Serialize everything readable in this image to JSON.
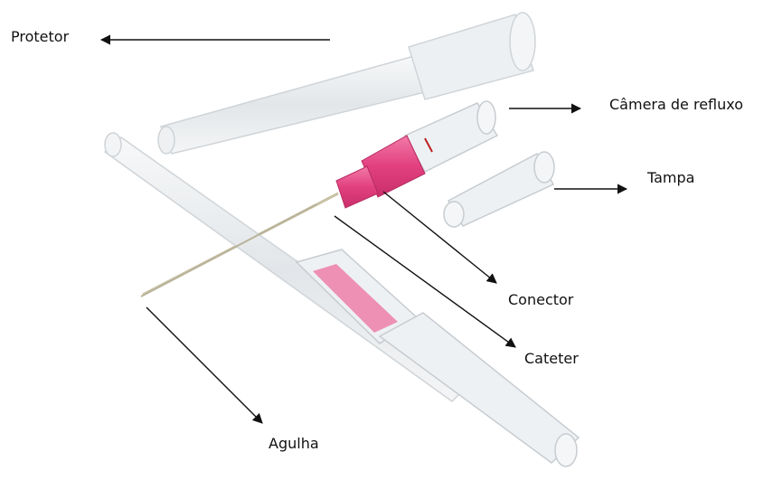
{
  "labels": {
    "protetor": "Protetor",
    "camera_refluxo": "Câmera de refluxo",
    "tampa": "Tampa",
    "conector": "Conector",
    "cateter": "Cateter",
    "agulha": "Agulha"
  },
  "colors": {
    "hub_pink": "#e2407e",
    "plastic": "#e8ecef",
    "plastic_edge": "#c7ccd1",
    "arrow": "#111111",
    "needle": "#b9b39a"
  }
}
